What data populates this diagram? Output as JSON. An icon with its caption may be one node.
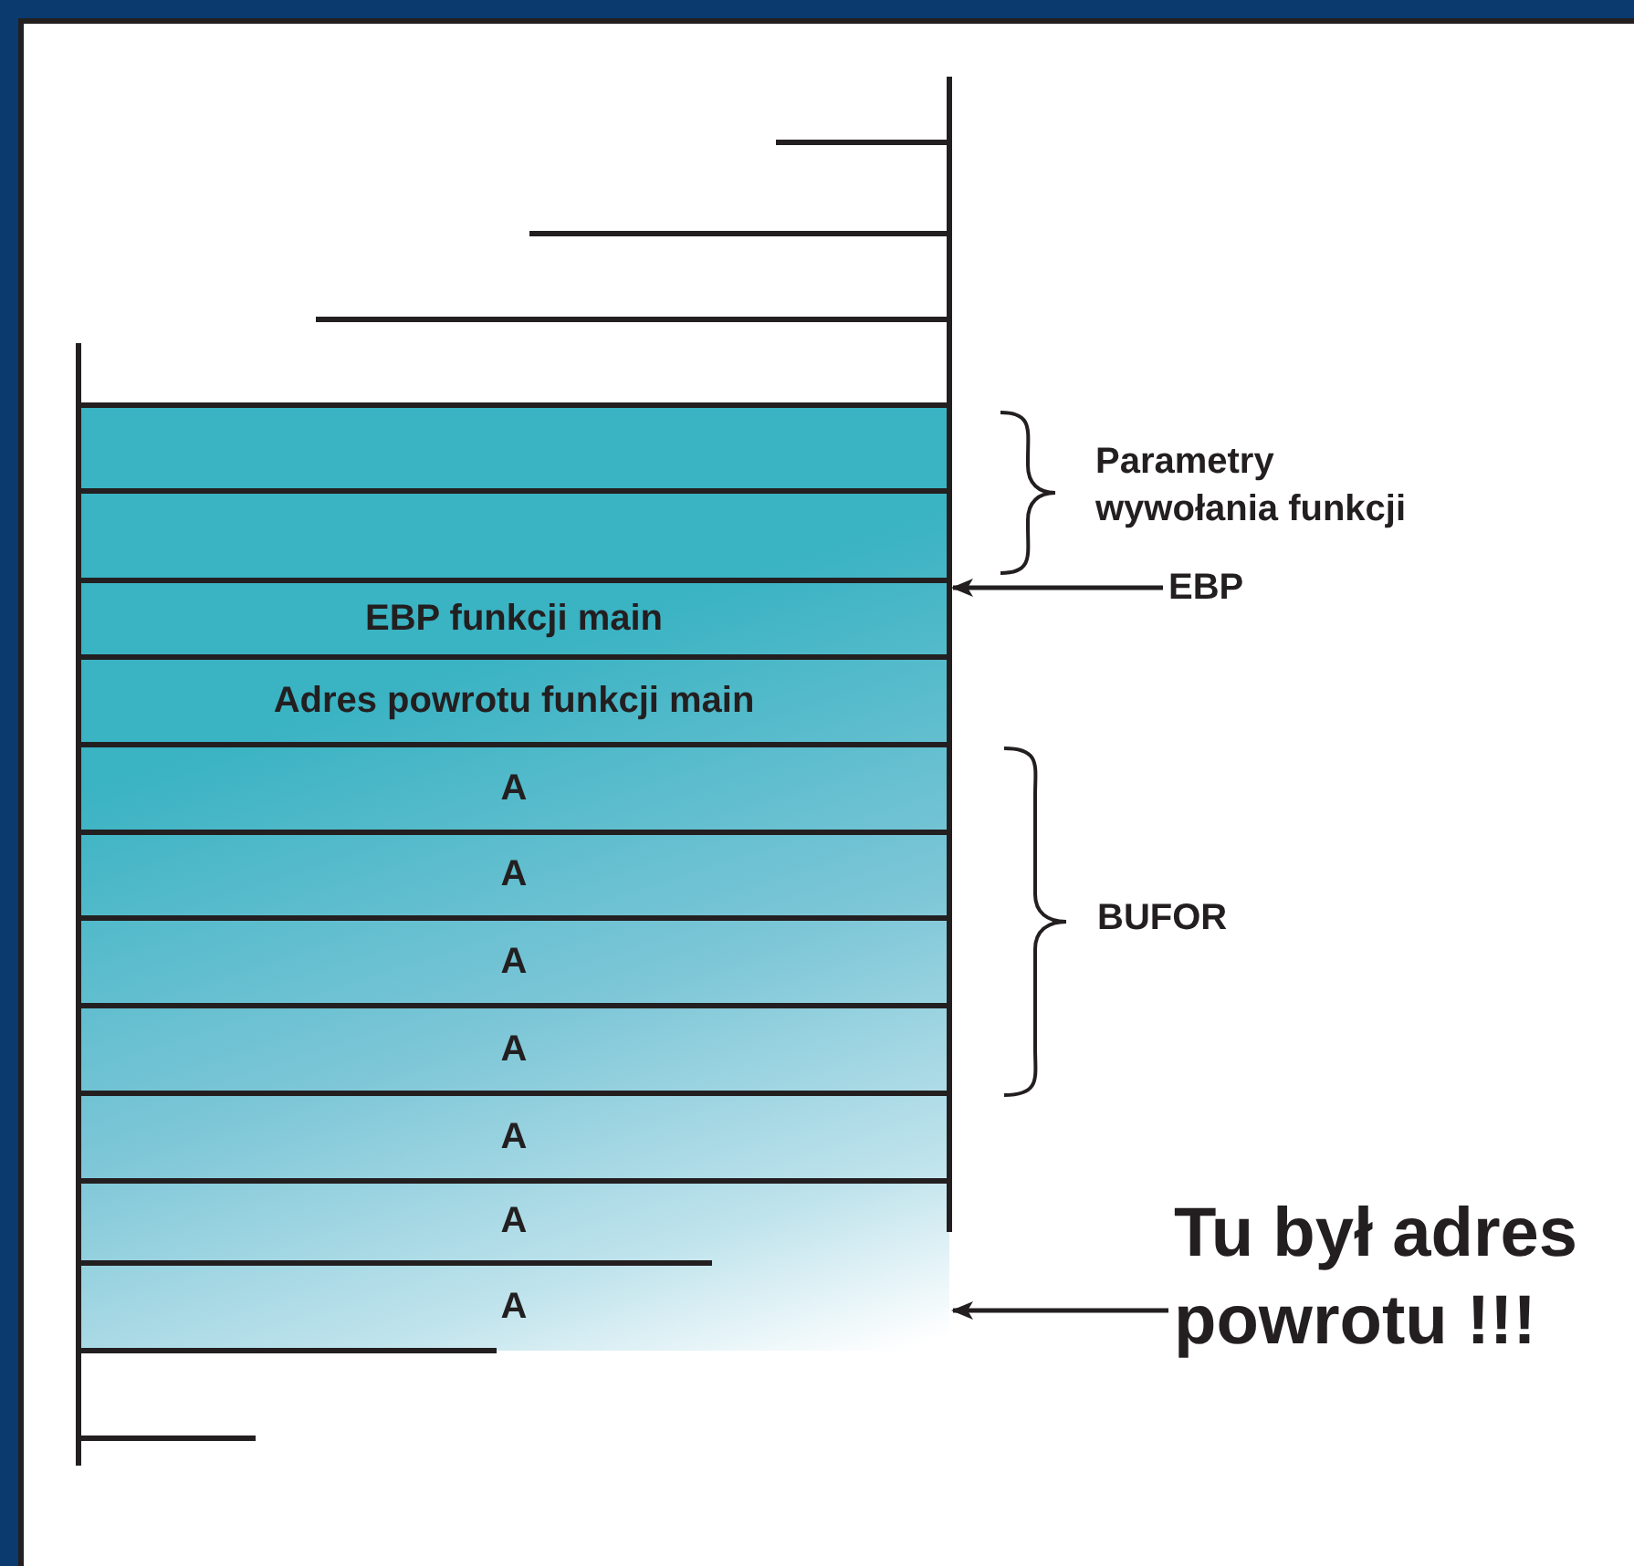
{
  "diagram": {
    "nodes": [
      {
        "text": [],
        "shape": "box"
      },
      {
        "text": [],
        "shape": "box"
      },
      {
        "text": [
          "EBP funkcji main"
        ]
      },
      {
        "text": [
          "Adres powrotu funkcji main"
        ]
      },
      {
        "text": [
          "A"
        ]
      },
      {
        "text": [
          "A"
        ]
      },
      {
        "text": [
          "A"
        ]
      },
      {
        "text": [
          "A"
        ]
      },
      {
        "text": [
          "A"
        ]
      },
      {
        "text": [
          "A"
        ]
      },
      {
        "text": [
          "A"
        ]
      },
      {
        "text": [
          "EBP"
        ]
      },
      {
        "text": [
          "Tu był adres powrotu !!!"
        ]
      }
    ],
    "edges": [
      {
        "from": 11,
        "to": 2,
        "arrow": "to"
      },
      {
        "from": 12,
        "to": 10,
        "arrow": "to"
      }
    ],
    "labels": [
      "Parametry wywołania funkcji",
      "BUFOR"
    ]
  }
}
